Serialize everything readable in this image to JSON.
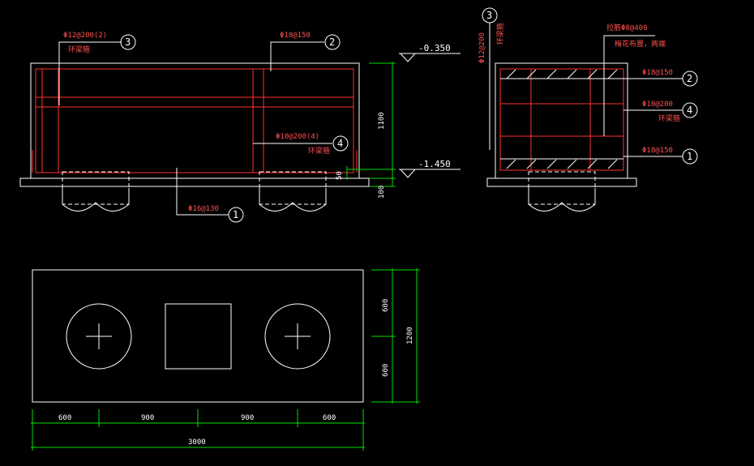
{
  "elevation": {
    "top_level": "-0.350",
    "bottom_level": "-1.450",
    "height_dim": "1100",
    "cover_dim": "50",
    "base_dim": "100",
    "rebar_3": "Φ12@200(2)",
    "rebar_3_note": "环梁箍",
    "rebar_2": "Φ18@150",
    "rebar_4": "Φ10@200(4)",
    "rebar_4_note": "环梁箍",
    "rebar_1": "Φ16@130",
    "bubble_1": "1",
    "bubble_2": "2",
    "bubble_3": "3",
    "bubble_4": "4"
  },
  "section": {
    "rebar_3v": "Φ12@200",
    "rebar_3v_note": "环梁箍",
    "stirrup": "拉筋Φ8@400",
    "stirrup_note": "梅花布置，两端",
    "rebar_2": "Φ18@150",
    "rebar_4": "Φ10@200",
    "rebar_4_note": "环梁箍",
    "rebar_1": "Φ18@150",
    "bubble_1": "1",
    "bubble_2": "2",
    "bubble_3": "3",
    "bubble_4": "4"
  },
  "plan": {
    "dims_bottom": [
      "600",
      "900",
      "900",
      "600"
    ],
    "total_width": "3000",
    "dims_side": [
      "600",
      "600"
    ],
    "total_height": "1200"
  }
}
